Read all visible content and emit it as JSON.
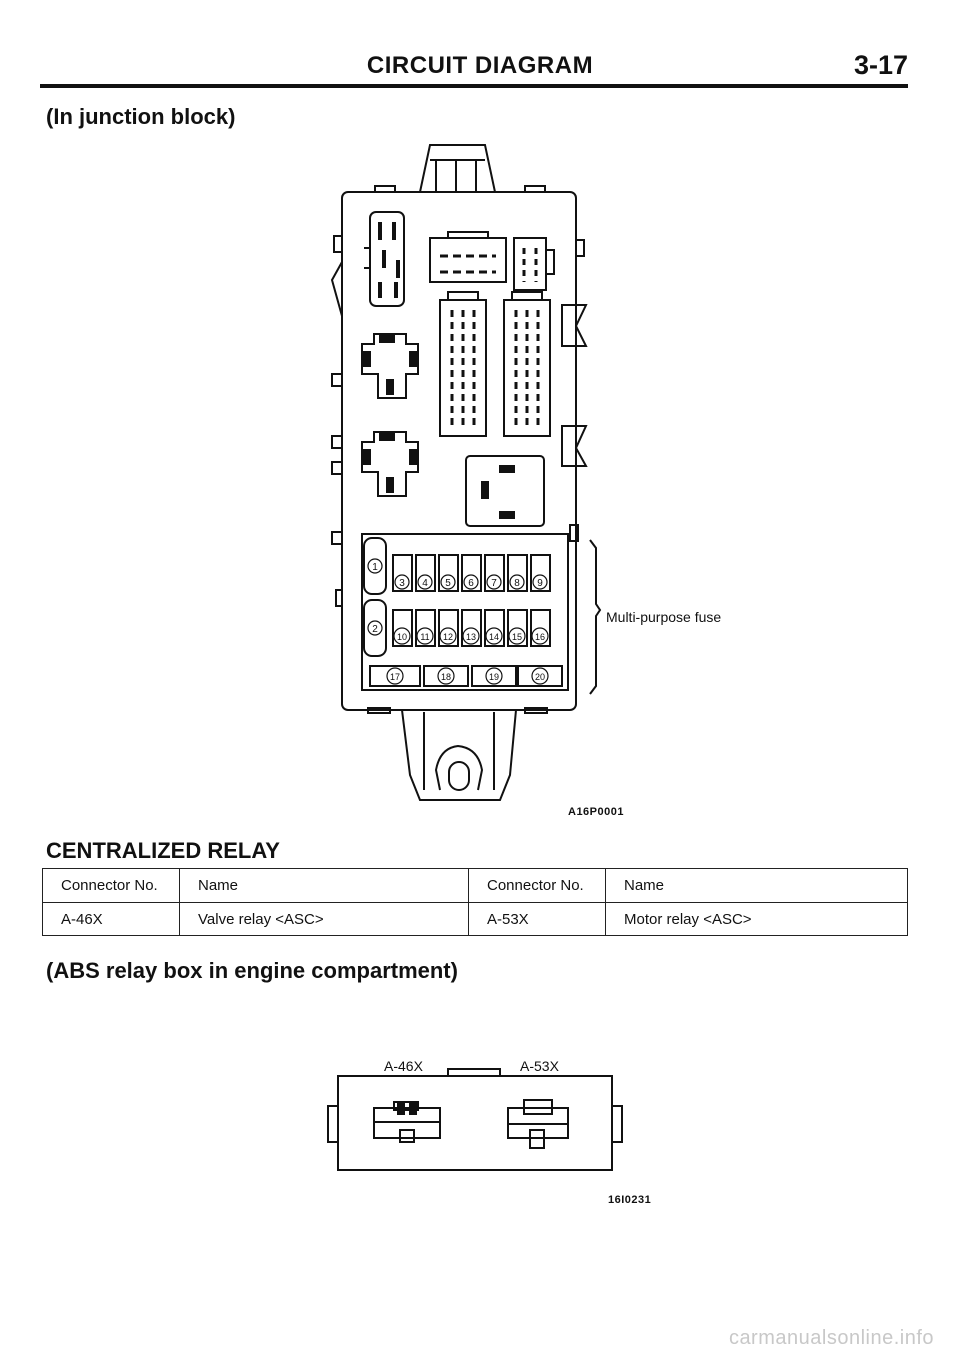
{
  "header": {
    "title": "CIRCUIT DIAGRAM",
    "page_number": "3-17"
  },
  "junction_block": {
    "heading": "(In junction block)",
    "fuse_callout": "Multi-purpose fuse",
    "figure_code": "A16P0001",
    "fuse_numbers": [
      "1",
      "2",
      "3",
      "4",
      "5",
      "6",
      "7",
      "8",
      "9",
      "10",
      "11",
      "12",
      "13",
      "14",
      "15",
      "16",
      "17",
      "18",
      "19",
      "20"
    ]
  },
  "centralized_relay": {
    "heading": "CENTRALIZED RELAY",
    "columns": [
      "Connector No.",
      "Name",
      "Connector No.",
      "Name"
    ],
    "rows": [
      [
        "A-46X",
        "Valve relay <ASC>",
        "A-53X",
        "Motor relay <ASC>"
      ]
    ]
  },
  "abs_relay_box": {
    "heading": "(ABS relay box in engine compartment)",
    "label_left": "A-46X",
    "label_right": "A-53X",
    "figure_code": "16I0231"
  },
  "footer": {
    "watermark": "carmanualsonline.info"
  }
}
